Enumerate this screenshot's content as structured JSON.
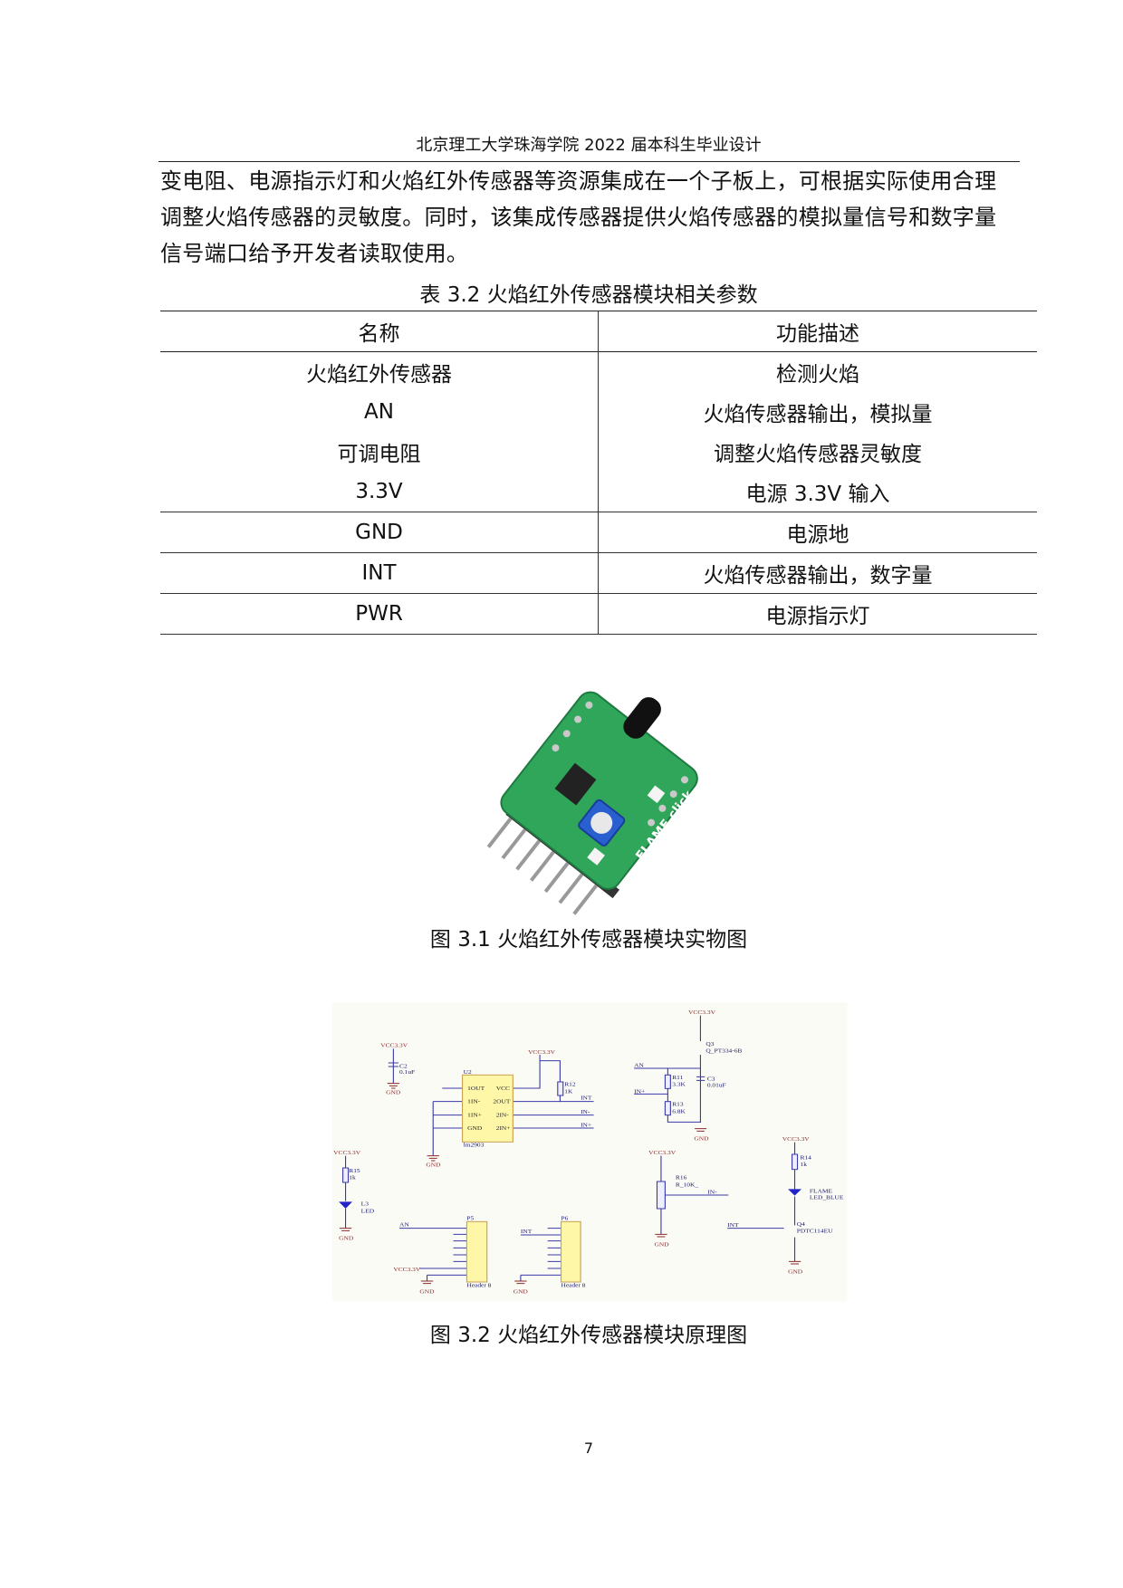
{
  "header": {
    "title": "北京理工大学珠海学院 2022 届本科生毕业设计"
  },
  "paragraph": [
    "变电阻、电源指示灯和火焰红外传感器等资源集成在一个子板上，可根据实际使用合理",
    "调整火焰传感器的灵敏度。同时，该集成传感器提供火焰传感器的模拟量信号和数字量",
    "信号端口给予开发者读取使用。"
  ],
  "table": {
    "caption": "表 3.2 火焰红外传感器模块相关参数",
    "headers": [
      "名称",
      "功能描述"
    ],
    "rows": [
      [
        "火焰红外传感器",
        "检测火焰"
      ],
      [
        "AN",
        "火焰传感器输出，模拟量"
      ],
      [
        "可调电阻",
        "调整火焰传感器灵敏度"
      ],
      [
        "3.3V",
        "电源 3.3V 输入"
      ],
      [
        "GND",
        "电源地"
      ],
      [
        "INT",
        "火焰传感器输出，数字量"
      ],
      [
        "PWR",
        "电源指示灯"
      ]
    ]
  },
  "figure1": {
    "caption": "图 3.1  火焰红外传感器模块实物图",
    "board_text": "FLAME click",
    "pcb_color": "#2fa65a"
  },
  "figure2": {
    "caption": "图 3.2  火焰红外传感器模块原理图",
    "labels": {
      "vcc": "VCC3.3V",
      "gnd": "GND",
      "c2": "C2",
      "c2v": "0.1uF",
      "u2": "U2",
      "u2part": "lm2903",
      "pins_left": [
        "1OUT",
        "1IN-",
        "1IN+",
        "GND"
      ],
      "pins_right": [
        "VCC",
        "2OUT",
        "2IN-",
        "2IN+"
      ],
      "r12": "R12",
      "r12v": "1K",
      "int": "INT",
      "inm": "IN-",
      "inp": "IN+",
      "an": "AN",
      "q3": "Q3",
      "q3v": "Q_PT334-6B",
      "r11": "R11",
      "r11v": "3.3K",
      "r13": "R13",
      "r13v": "6.8K",
      "c3": "C3",
      "c3v": "0.01uF",
      "r15": "R15",
      "r15v": "1k",
      "l3": "L3",
      "l3v": "LED",
      "r16": "R16",
      "r16v": "R_10K_",
      "r14": "R14",
      "r14v": "1k",
      "flame": "FLAME",
      "ledblue": "LED_BLUE",
      "q4": "Q4",
      "q4v": "PDTC114EU",
      "p5": "P5",
      "p6": "P6",
      "header8": "Header 8"
    },
    "wire_color": "#3a3aa8",
    "part_color": "#fff7a8",
    "label_color": "#8b2a2a"
  },
  "page_number": "7"
}
